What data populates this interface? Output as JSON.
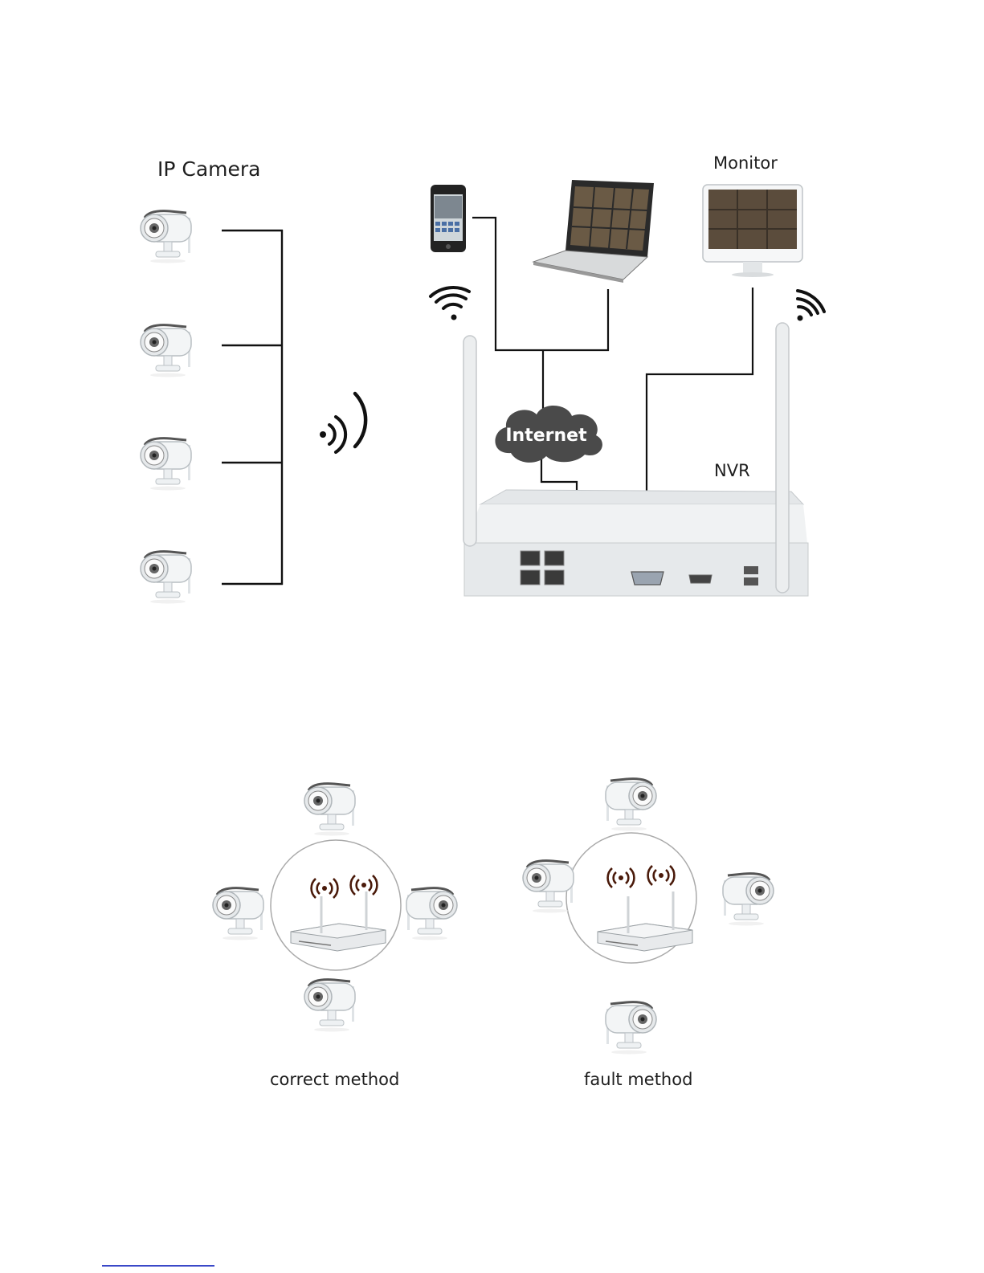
{
  "labels": {
    "ip_camera": "IP Camera",
    "monitor": "Monitor",
    "internet": "Internet",
    "nvr": "NVR",
    "correct_method": "correct method",
    "fault_method": "fault method"
  },
  "colors": {
    "line": "#111111",
    "cloud": "#4a4a4a",
    "camera_body": "#f2f4f5",
    "lens_ring": "#444444",
    "nvr_body": "#e9ecee",
    "footer_link": "#3a48c8"
  },
  "icons": [
    "camera-icon",
    "wifi-signal-icon",
    "phone-icon",
    "laptop-icon",
    "monitor-icon",
    "cloud-icon",
    "nvr-icon",
    "antenna-icon"
  ]
}
